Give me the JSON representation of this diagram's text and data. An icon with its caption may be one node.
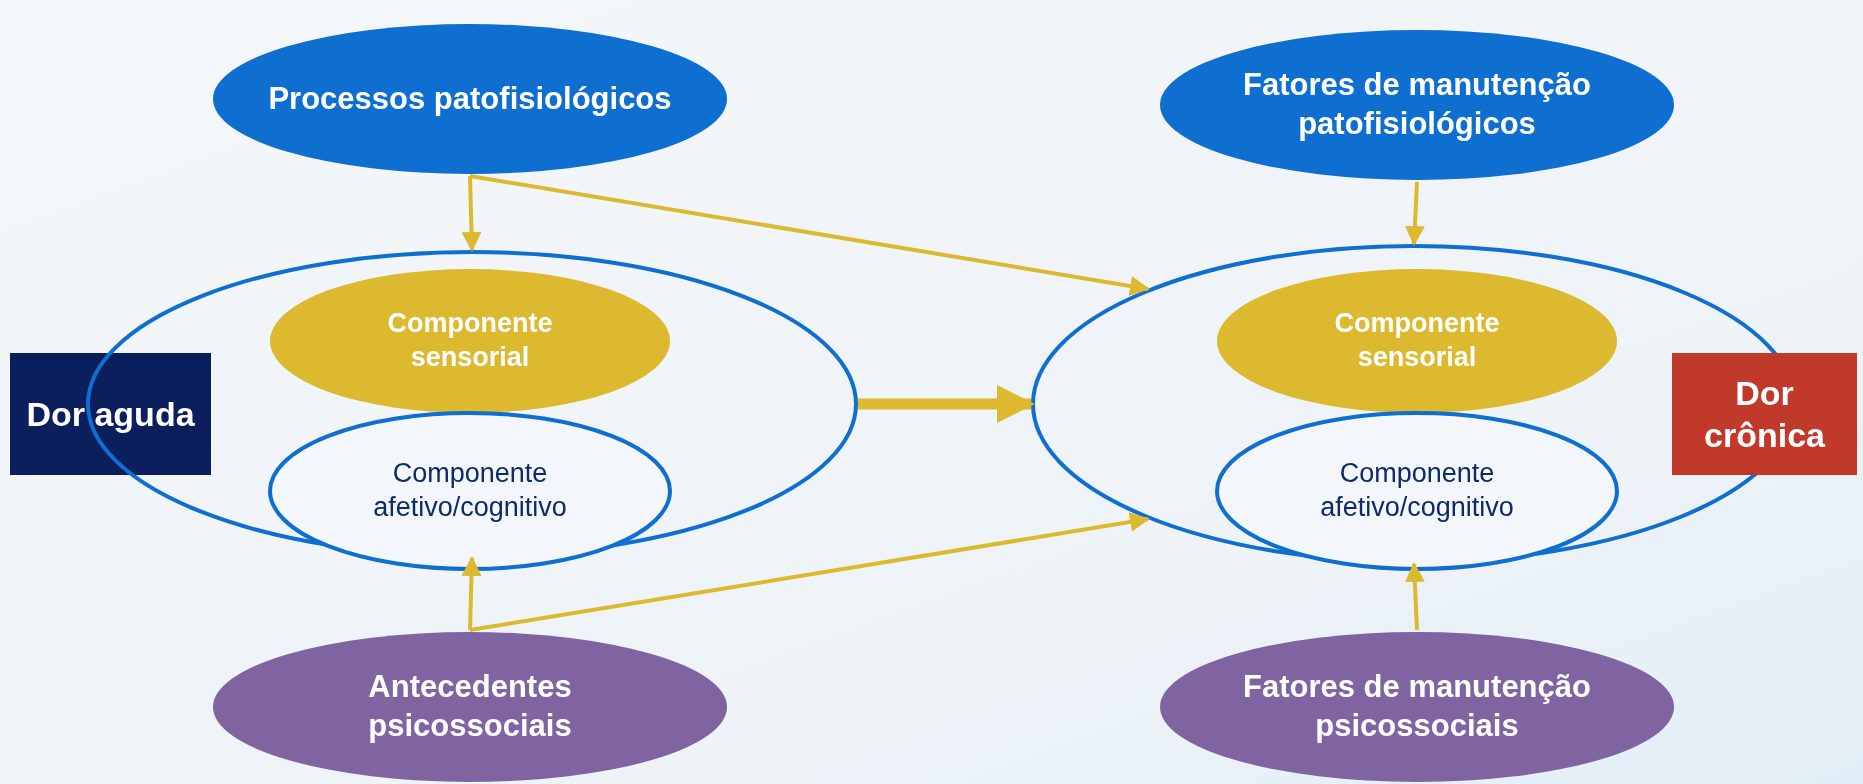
{
  "diagram": {
    "nodes": [
      {
        "text": [
          "Processos patofisiológicos"
        ]
      },
      {
        "text": [
          "Fatores de manutenção patofisiológicos"
        ]
      },
      {
        "text": [
          "Dor aguda"
        ]
      },
      {
        "text": [],
        "shape": "ellipse"
      },
      {
        "text": [
          "Componente sensorial"
        ],
        "in": 3
      },
      {
        "text": [
          "Componente afetivo/cognitivo"
        ],
        "in": 3
      },
      {
        "text": [],
        "shape": "ellipse"
      },
      {
        "text": [
          "Componente sensorial"
        ],
        "in": 6
      },
      {
        "text": [
          "Componente afetivo/cognitivo"
        ],
        "in": 6
      },
      {
        "text": [
          "Dor crônica"
        ]
      },
      {
        "text": [
          "Antecedentes psicossociais"
        ]
      },
      {
        "text": [
          "Fatores de manutenção psicossociais"
        ]
      }
    ],
    "edges": [
      {
        "from": 0,
        "to": 3,
        "arrow": "to"
      },
      {
        "from": 0,
        "to": 6,
        "arrow": "to"
      },
      {
        "from": 1,
        "to": 6,
        "arrow": "to"
      },
      {
        "from": 3,
        "to": 6,
        "arrow": "to",
        "style": "thick"
      },
      {
        "from": 10,
        "to": 3,
        "arrow": "to"
      },
      {
        "from": 10,
        "to": 6,
        "arrow": "to"
      },
      {
        "from": 11,
        "to": 6,
        "arrow": "to"
      }
    ]
  }
}
